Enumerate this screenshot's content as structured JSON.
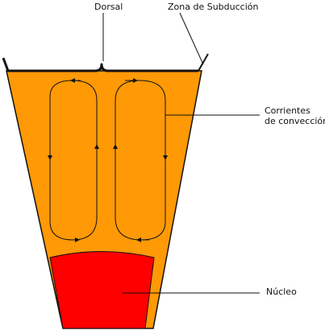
{
  "labels": {
    "dorsal": "Dorsal",
    "subduccion": "Zona de Subducción",
    "corrientes_line1": "Corrientes",
    "corrientes_line2": "de convección",
    "nucleo": "Núcleo"
  },
  "colors": {
    "mantle": "#ff9906",
    "core": "#ff0000",
    "outline": "#111111",
    "background": "#ffffff"
  }
}
